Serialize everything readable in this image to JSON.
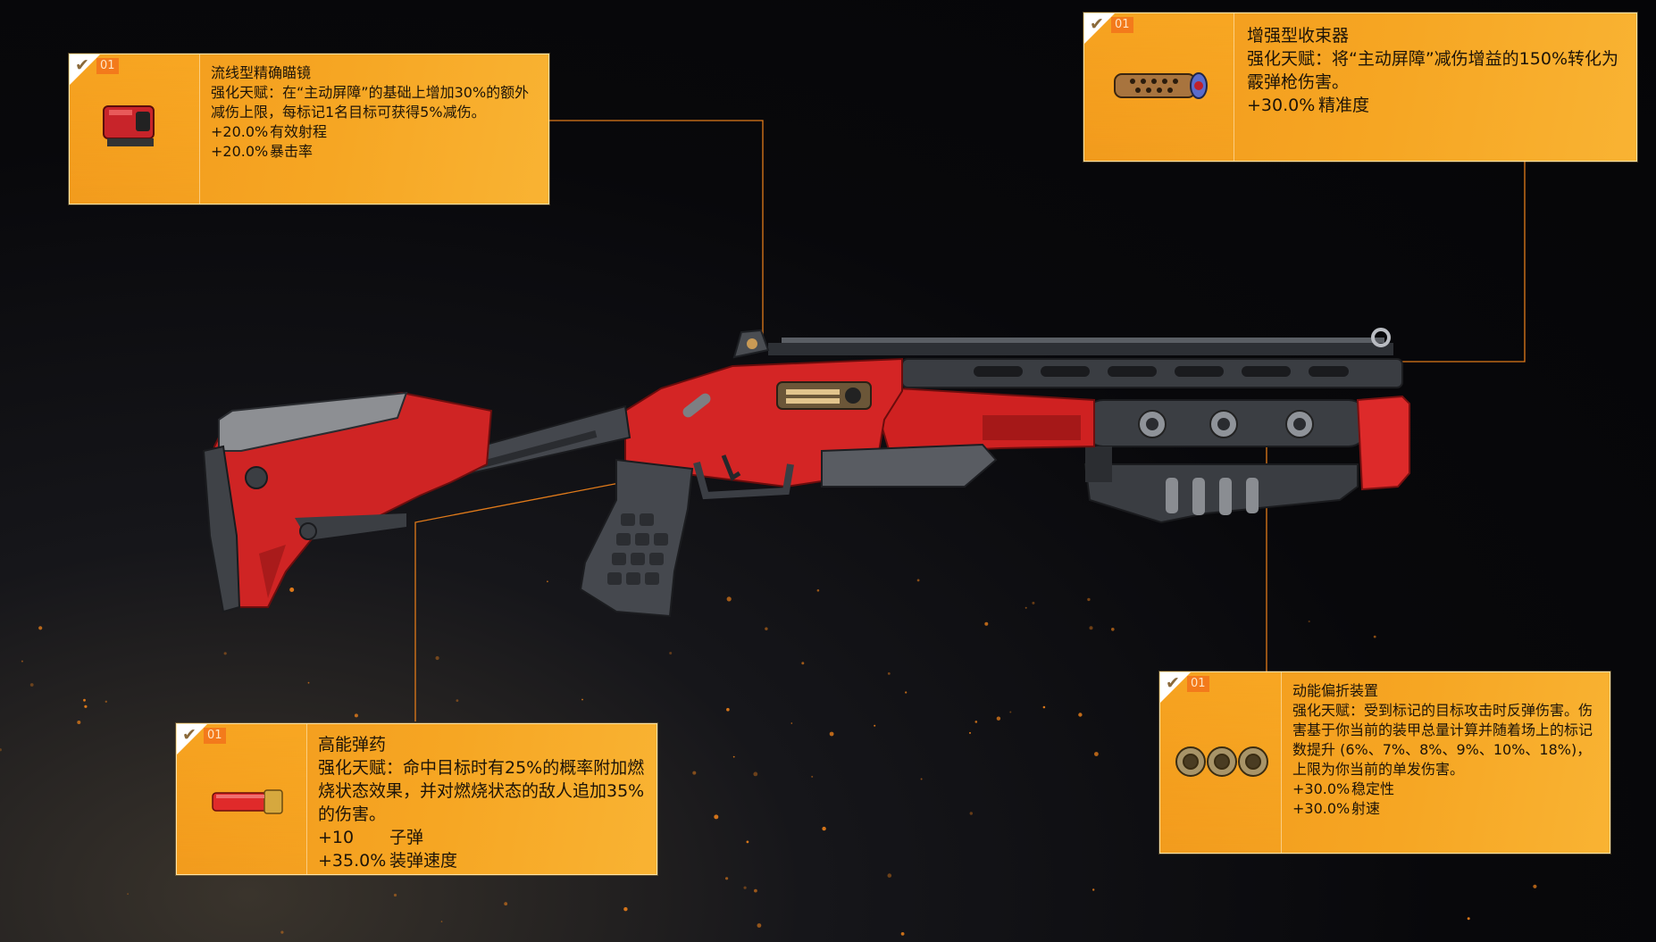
{
  "mods": [
    {
      "slot": "optic",
      "level": "01",
      "name": "流线型精确瞄镜",
      "talent": "强化天赋：在“主动屏障”的基础上增加30%的额外减伤上限，每标记1名目标可获得5%减伤。",
      "stats": [
        {
          "value": "+20.0%",
          "label": "有效射程"
        },
        {
          "value": "+20.0%",
          "label": "暴击率"
        }
      ]
    },
    {
      "slot": "muzzle",
      "level": "01",
      "name": "增强型收束器",
      "talent": "强化天赋：将“主动屏障”减伤增益的150%转化为霰弹枪伤害。",
      "stats": [
        {
          "value": "+30.0%",
          "label": "精准度"
        }
      ]
    },
    {
      "slot": "magazine",
      "level": "01",
      "name": "高能弹药",
      "talent": "强化天赋：命中目标时有25%的概率附加燃烧状态效果，并对燃烧状态的敌人追加35%的伤害。",
      "stats": [
        {
          "value": "+10",
          "label": "子弹"
        },
        {
          "value": "+35.0%",
          "label": "装弹速度"
        }
      ]
    },
    {
      "slot": "underbarrel",
      "level": "01",
      "name": "动能偏折装置",
      "talent": "强化天赋：受到标记的目标攻击时反弹伤害。伤害基于你当前的装甲总量计算并随着场上的标记数提升 (6%、7%、8%、9%、10%、18%)，上限为你当前的单发伤害。",
      "stats": [
        {
          "value": "+30.0%",
          "label": "稳定性"
        },
        {
          "value": "+30.0%",
          "label": "射速"
        }
      ]
    }
  ],
  "colors": {
    "card": "#f6a623",
    "badge": "#f37a1b",
    "leader": "#e07a1a",
    "gun_red": "#d62424",
    "gun_metal": "#3a3d42"
  }
}
